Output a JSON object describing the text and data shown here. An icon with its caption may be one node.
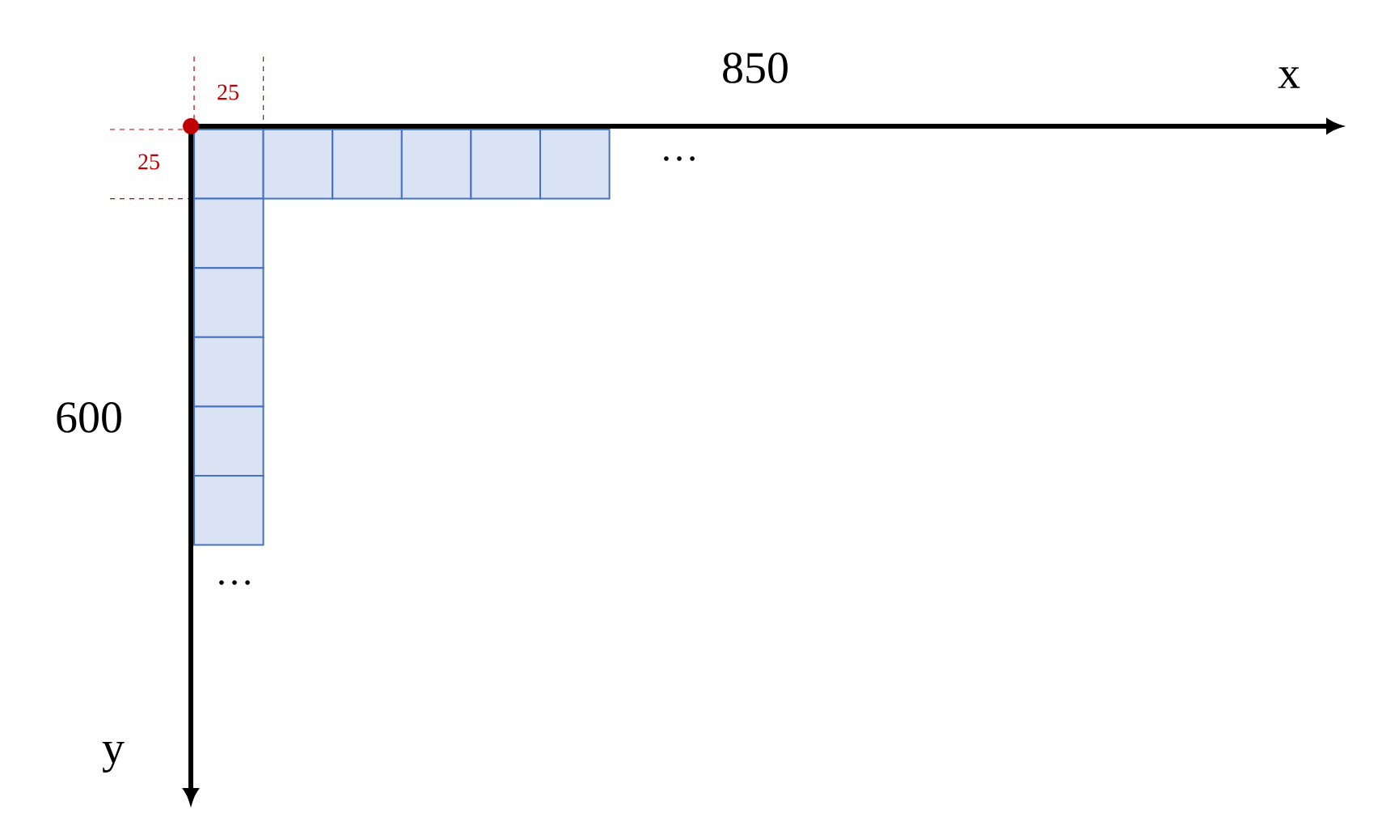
{
  "diagram": {
    "labels": [
      "850",
      "x",
      "25",
      "25",
      "…",
      "600",
      "…",
      "y"
    ]
  }
}
